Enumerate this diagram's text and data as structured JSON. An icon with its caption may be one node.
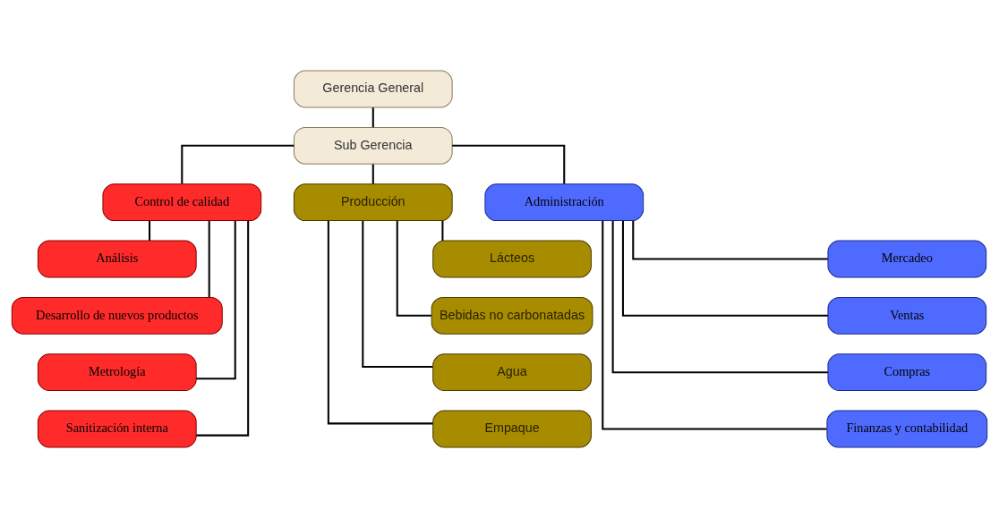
{
  "diagram": {
    "nodes": [
      {
        "text": [
          "Gerencia General"
        ]
      },
      {
        "text": [
          "Sub Gerencia"
        ]
      },
      {
        "text": [
          "Control de calidad"
        ]
      },
      {
        "text": [
          "Producción"
        ]
      },
      {
        "text": [
          "Administración"
        ]
      },
      {
        "text": [
          "Análisis"
        ]
      },
      {
        "text": [
          "Desarrollo de nuevos productos"
        ]
      },
      {
        "text": [
          "Metrología"
        ]
      },
      {
        "text": [
          "Sanitización interna"
        ]
      },
      {
        "text": [
          "Lácteos"
        ]
      },
      {
        "text": [
          "Bebidas no carbonatadas"
        ]
      },
      {
        "text": [
          "Agua"
        ]
      },
      {
        "text": [
          "Empaque"
        ]
      },
      {
        "text": [
          "Mercadeo"
        ]
      },
      {
        "text": [
          "Ventas"
        ]
      },
      {
        "text": [
          "Compras"
        ]
      },
      {
        "text": [
          "Finanzas y contabilidad"
        ]
      }
    ],
    "edges": [
      {
        "from": 0,
        "to": 1,
        "arrow": "none"
      },
      {
        "from": 1,
        "to": 2,
        "arrow": "none"
      },
      {
        "from": 1,
        "to": 3,
        "arrow": "none"
      },
      {
        "from": 1,
        "to": 4,
        "arrow": "none"
      },
      {
        "from": 2,
        "to": 5,
        "arrow": "none"
      },
      {
        "from": 2,
        "to": 6,
        "arrow": "none"
      },
      {
        "from": 2,
        "to": 7,
        "arrow": "none"
      },
      {
        "from": 2,
        "to": 8,
        "arrow": "none"
      },
      {
        "from": 3,
        "to": 9,
        "arrow": "none"
      },
      {
        "from": 3,
        "to": 10,
        "arrow": "none"
      },
      {
        "from": 3,
        "to": 11,
        "arrow": "none"
      },
      {
        "from": 3,
        "to": 12,
        "arrow": "none"
      },
      {
        "from": 4,
        "to": 13,
        "arrow": "none"
      },
      {
        "from": 4,
        "to": 14,
        "arrow": "none"
      },
      {
        "from": 4,
        "to": 15,
        "arrow": "none"
      },
      {
        "from": 4,
        "to": 16,
        "arrow": "none"
      }
    ]
  }
}
